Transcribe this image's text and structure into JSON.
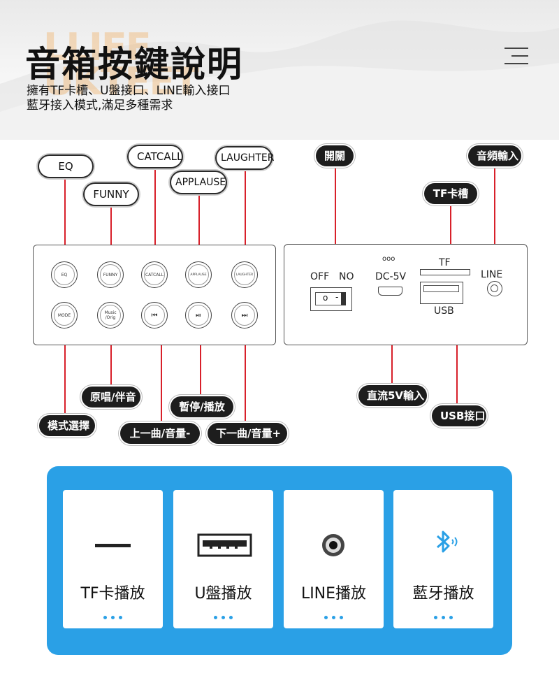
{
  "header": {
    "watermark": "LLIFF UKTEET",
    "title": "音箱按鍵說明",
    "subtitle_line1": "擁有TF卡槽、U盤接口、LINE輸入接口",
    "subtitle_line2": "藍牙接入模式,滿足多種需求"
  },
  "colors": {
    "accent": "#d8202a",
    "card_bg": "#2aa0e6"
  },
  "callouts_top": {
    "eq": "EQ",
    "catcall": "CATCALL",
    "laughter": "LAUGHTER",
    "funny": "FUNNY",
    "applause": "APPLAUSE",
    "power": "開關",
    "audio_in": "音頻輸入",
    "tf_slot": "TF卡槽"
  },
  "callouts_bottom": {
    "original_accompany": "原唱/伴音",
    "pause_play": "暫停/播放",
    "mode_select": "模式選擇",
    "prev_vol": "上一曲/音量-",
    "next_vol": "下一曲/音量+",
    "dc_input": "直流5V輸入",
    "usb_port": "USB接口"
  },
  "left_panel": {
    "row1": [
      "EQ",
      "FUNNY",
      "CATCALL",
      "APPLAUSE",
      "LAUGHTER"
    ],
    "row2": [
      "MODE",
      "Music /Orig",
      "⏮",
      "⏯",
      "⏭"
    ]
  },
  "right_panel": {
    "off_label": "OFF",
    "on_label": "NO",
    "switch_o": "o",
    "switch_dash": "-",
    "dots": "ooo",
    "dc_label": "DC-5V",
    "tf_label": "TF",
    "usb_label": "USB",
    "line_label": "LINE"
  },
  "cards": [
    {
      "label": "TF卡播放",
      "icon": "tf-card-slot-icon"
    },
    {
      "label": "U盤播放",
      "icon": "usb-port-icon"
    },
    {
      "label": "LINE播放",
      "icon": "audio-jack-icon"
    },
    {
      "label": "藍牙播放",
      "icon": "bluetooth-icon"
    }
  ]
}
